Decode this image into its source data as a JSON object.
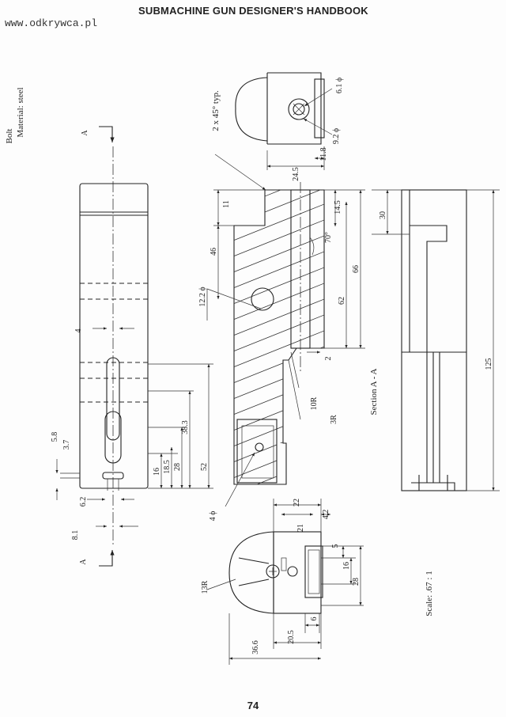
{
  "page": {
    "watermark": "www.odkrywca.pl",
    "header": "SUBMACHINE GUN DESIGNER'S HANDBOOK",
    "page_number": "74"
  },
  "drawing": {
    "part_name": "Bolt",
    "material": "Material: steel",
    "section_marker": "A",
    "section_title": "Section A - A",
    "scale": "Scale: .67 : 1",
    "chamfer_note": "2 x 45° typ.",
    "angle": "70°",
    "dimensions": {
      "top_left": [
        "4",
        "5.8",
        "3.7",
        "6.2",
        "8.1",
        "16",
        "18.5",
        "28",
        "38.3",
        "52"
      ],
      "section": [
        "11",
        "46",
        "12.2 ϕ",
        "66",
        "62",
        "14.5",
        "10R",
        "3R",
        "2",
        "24.5",
        "11.8"
      ],
      "top_face": [
        "6.1 ϕ",
        "9.2 ϕ"
      ],
      "right_view": [
        "30",
        "125"
      ],
      "end_view": [
        "22",
        "21",
        "4.2",
        "5",
        "16",
        "28",
        "6",
        "20.5",
        "36.6",
        "13R",
        "4 ϕ"
      ]
    }
  }
}
